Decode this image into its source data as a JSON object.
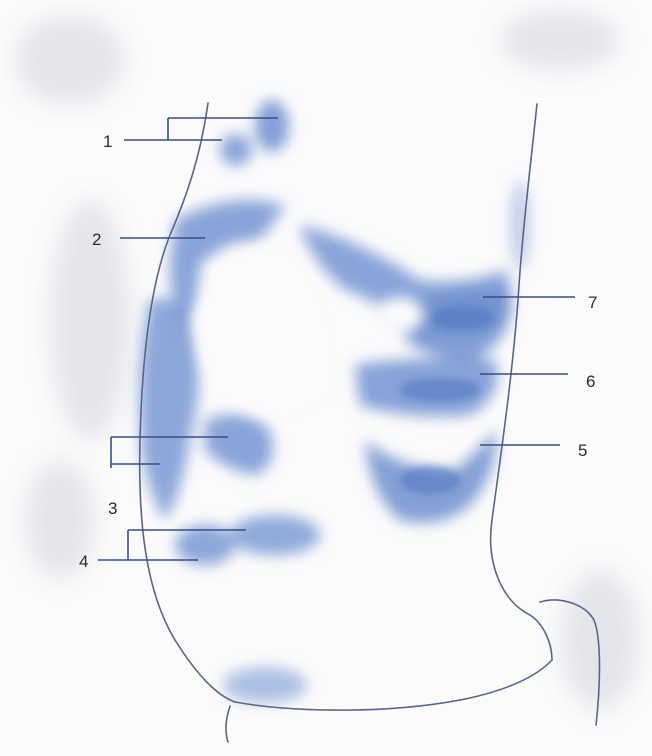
{
  "figure": {
    "labels": [
      "1",
      "2",
      "3",
      "4",
      "5",
      "6",
      "7"
    ]
  },
  "colors": {
    "stain": "#6e8fcf",
    "outline": "#5a6684",
    "leader": "#3b4d86",
    "text": "#2b2b2b",
    "background": "#fbfbfc"
  }
}
